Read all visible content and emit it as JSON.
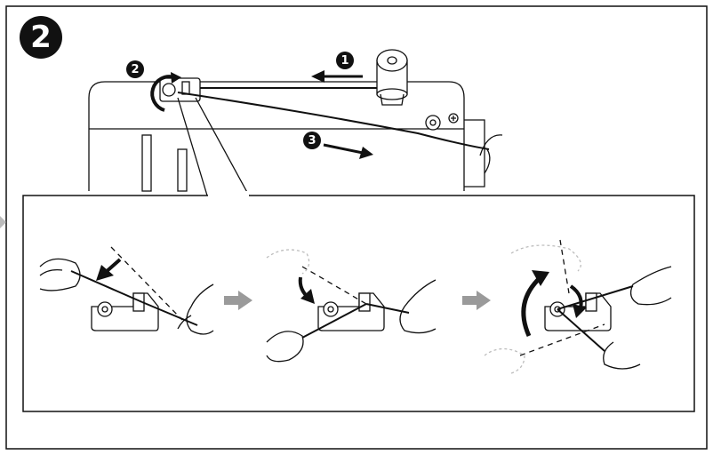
{
  "step": {
    "number": "2"
  },
  "callouts": [
    {
      "id": "c1",
      "label": "1"
    },
    {
      "id": "c2",
      "label": "2"
    },
    {
      "id": "c3",
      "label": "3"
    }
  ],
  "colors": {
    "ink": "#111111",
    "grey_arrow": "#9a9a9a",
    "ghost": "#bdbdbd",
    "bg": "#ffffff"
  },
  "icons": [
    "spool-icon",
    "thread-guide-icon",
    "rotate-arrow-icon",
    "hand-icon",
    "next-step-arrow-icon"
  ]
}
